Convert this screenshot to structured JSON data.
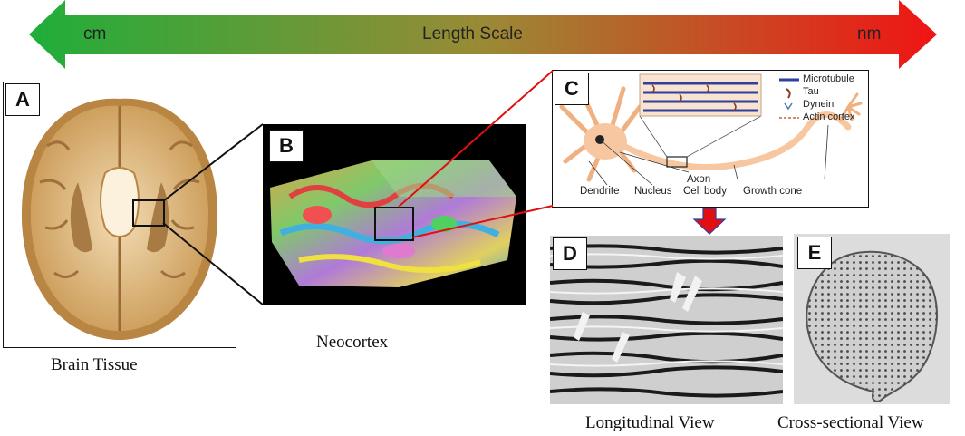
{
  "scale": {
    "left_label": "cm",
    "center_label": "Length Scale",
    "right_label": "nm",
    "colors": {
      "left": "#1fae3a",
      "mid": "#9a8a35",
      "right": "#f01414"
    }
  },
  "panels": {
    "a": {
      "label": "A",
      "caption": "Brain Tissue"
    },
    "b": {
      "label": "B",
      "caption": "Neocortex"
    },
    "c": {
      "label": "C",
      "legend": [
        {
          "text": "Microtubule",
          "color": "#2e3f9e"
        },
        {
          "text": "Tau",
          "color": "#8b3a1c"
        },
        {
          "text": "Dynein",
          "color": "#4a7ab0"
        },
        {
          "text": "Actin cortex",
          "color": "#d68a6a"
        }
      ],
      "parts": {
        "dendrite": "Dendrite",
        "nucleus": "Nucleus",
        "axon": "Axon",
        "cell_body": "Cell body",
        "growth_cone": "Growth cone"
      }
    },
    "d": {
      "label": "D",
      "caption": "Longitudinal View"
    },
    "e": {
      "label": "E",
      "caption": "Cross-sectional View"
    }
  }
}
